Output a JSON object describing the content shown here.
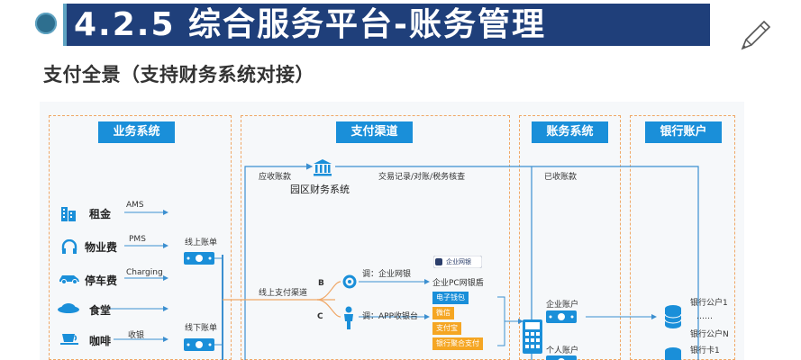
{
  "header": {
    "title": "4.2.5 综合服务平台-账务管理",
    "subtitle": "支付全景（支持财务系统对接）"
  },
  "columns": {
    "business": "业务系统",
    "channel": "支付渠道",
    "accounting": "账务系统",
    "bank": "银行账户"
  },
  "business_items": [
    {
      "label": "租金",
      "code": "AMS",
      "icon": "building-icon"
    },
    {
      "label": "物业费",
      "code": "PMS",
      "icon": "headset-icon"
    },
    {
      "label": "停车费",
      "code": "Charging",
      "icon": "car-icon"
    },
    {
      "label": "食堂",
      "code": "",
      "icon": "dish-icon"
    },
    {
      "label": "咖啡",
      "code": "收银",
      "icon": "coffee-icon"
    }
  ],
  "bills": {
    "online": "线上账单",
    "offline": "线下账单"
  },
  "finance": {
    "name": "园区财务系统",
    "receivable": "应收账款",
    "records": "交易记录/对账/税务核查",
    "received": "已收账款"
  },
  "channel": {
    "online_label": "线上支付渠道",
    "branch_b": "B",
    "branch_c": "C",
    "b_text": "调：企业网银",
    "c_text": "调：APP收银台",
    "pc_bank": "企业PC网银盾",
    "card_text": "企业网银",
    "options": [
      "电子钱包",
      "微信",
      "支付宝",
      "银行聚合支付"
    ]
  },
  "accounts": {
    "corporate": "企业账户",
    "personal": "个人账户"
  },
  "bank": {
    "lines": [
      "银行公户1",
      "……",
      "银行公户N",
      "银行卡1"
    ]
  }
}
